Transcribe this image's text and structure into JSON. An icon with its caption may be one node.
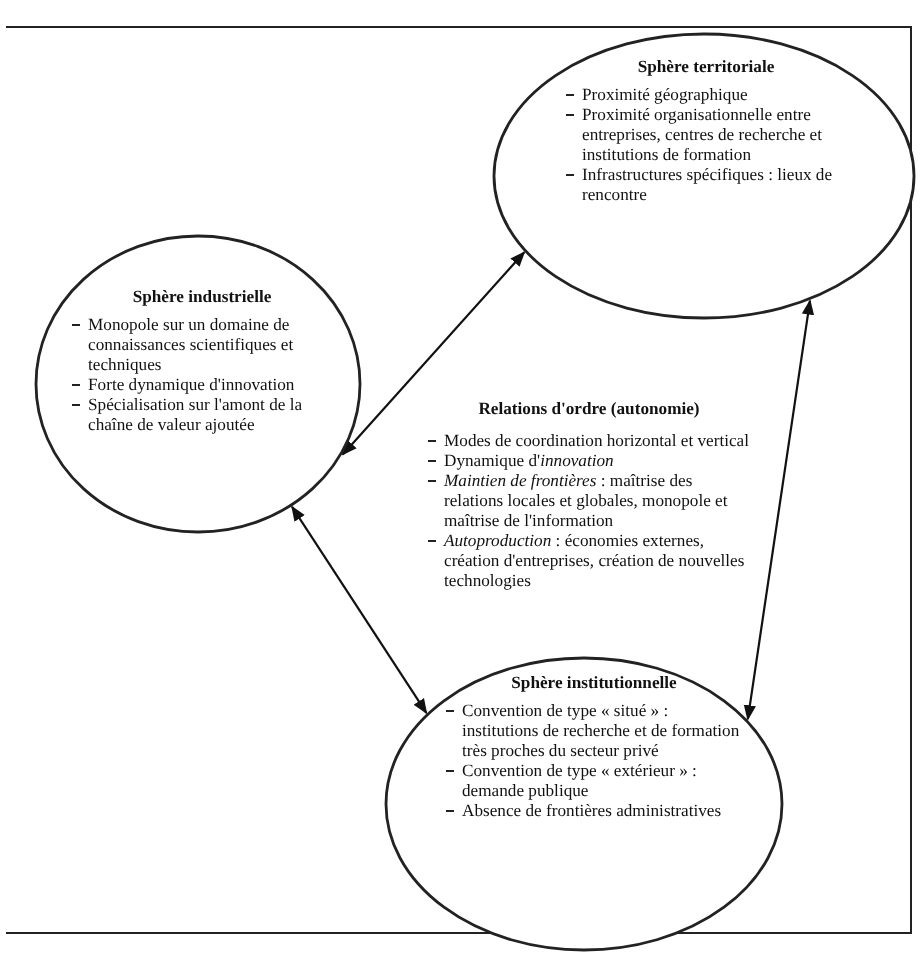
{
  "diagram": {
    "nodes": [
      {
        "text": [
          "Sphère territoriale",
          "Proximité géographique",
          "Proximité organisationnelle entre entreprises, centres de recherche et institutions de formation",
          "Infrastructures spécifiques : lieux de rencontre"
        ]
      },
      {
        "text": [
          "Sphère industrielle",
          "Monopole sur un domaine de connaissances scientifiques et techniques",
          "Forte dynamique d'innovation",
          "Spécialisation sur l'amont de la chaîne de valeur ajoutée"
        ]
      },
      {
        "text": [
          "Sphère institutionnelle",
          "Convention de type « situé » : institutions de recherche et de formation très proches du secteur privé",
          "Convention de type « extérieur » : demande publique",
          "Absence de frontières administratives"
        ]
      }
    ],
    "edges": [
      {
        "from": 1,
        "to": 0,
        "arrow": "both"
      },
      {
        "from": 1,
        "to": 2,
        "arrow": "both"
      },
      {
        "from": 0,
        "to": 2,
        "arrow": "both"
      }
    ],
    "labels": [
      "Relations d'ordre (autonomie)",
      "Modes de coordination horizontal et vertical",
      "Dynamique d'*innovation*",
      "*Maintien de frontières* : maîtrise des relations locales et globales, monopole et maîtrise de l'information",
      "*Autoproduction* : économies externes, création d'entreprises, création de nouvelles technologies"
    ]
  }
}
